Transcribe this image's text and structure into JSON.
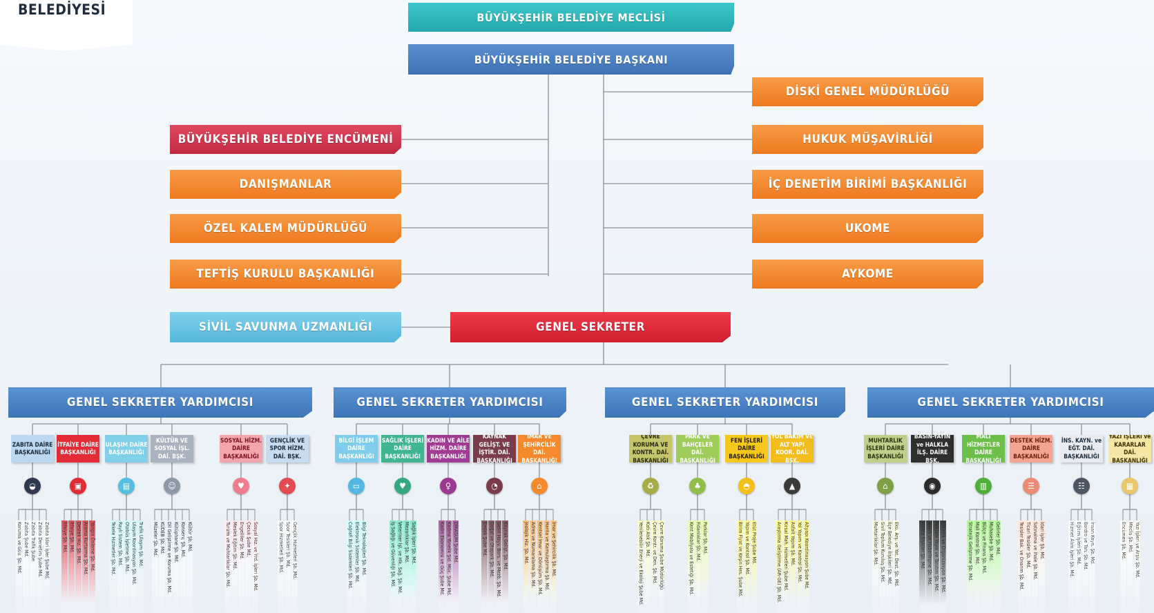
{
  "header": {
    "org_label": "BELEDİYESİ"
  },
  "top": {
    "council": "BÜYÜKŞEHİR BELEDİYE MECLİSİ",
    "mayor": "BÜYÜKŞEHİR BELEDİYE BAŞKANI",
    "secretary_general": "GENEL SEKRETER",
    "civil_defense": "SİVİL SAVUNMA UZMANLIĞI"
  },
  "left_units": [
    "BÜYÜKŞEHİR BELEDİYE ENCÜMENİ",
    "DANIŞMANLAR",
    "ÖZEL KALEM MÜDÜRLÜĞÜ",
    "TEFTİŞ KURULU BAŞKANLIĞI"
  ],
  "right_units": [
    "DİSKİ GENEL MÜDÜRLÜĞÜ",
    "HUKUK MÜŞAVİRLİĞİ",
    "İÇ DENETİM BİRİMİ BAŞKANLIĞI",
    "UKOME",
    "AYKOME"
  ],
  "colors": {
    "teal": "#2bb3b6",
    "blue": "#4a7fc2",
    "orange": "#f28a30",
    "crimson": "#d3344e",
    "red": "#dd2a3b",
    "light_blue": "#6cc4e6"
  },
  "groups": [
    {
      "title": "GENEL SEKRETER YARDIMCISI",
      "departments": [
        {
          "name": "ZABITA DAİRE BAŞKANLIĞI",
          "color": "#bcd7f0",
          "text": "#1c2b3a",
          "icon": "police-cap-icon",
          "icon_color": "#2f3b4c",
          "glyph": "◒",
          "branches": [
            "Koruma ve Güv. Şb. Md.",
            "Zabıta Şube Md.",
            "Zabıta Trafik Şube",
            "Zabıta Denetim Şube Md.",
            "Zabıta İdari İşler Şube Md."
          ]
        },
        {
          "name": "İTFAİYE DAİRE BAŞKANLIĞI",
          "color": "#e32b36",
          "text": "#ffffff",
          "icon": "fire-truck-icon",
          "icon_color": "#e32b36",
          "glyph": "▣",
          "branches": [
            "İtfaiye Şb. Md.",
            "İtfaiye Şb. Md.",
            "Destek Hiz. Şb. Md.",
            "Arama Kurtarma Şb. Md.",
            "Yangın Önleme Şb. Md."
          ]
        },
        {
          "name": "ULAŞIM DAİRE BAŞKANLIĞI",
          "color": "#7fd0e8",
          "text": "#ffffff",
          "icon": "bus-icon",
          "icon_color": "#55bfe0",
          "glyph": "▤",
          "branches": [
            "Tekele Hizmetler Şb. Md.",
            "Raylı Sistem Şb. Md.",
            "Otobüs İşletme Şb. Md.",
            "Ulaşım Koordinasyon Şb. Md.",
            "Trafik Ulaşım Şb. Md."
          ]
        },
        {
          "name": "KÜLTÜR VE SOSYAL İŞL. DAİ. BŞK.",
          "color": "#a8b3bf",
          "text": "#ffffff",
          "icon": "theater-masks-icon",
          "icon_color": "#8d99a6",
          "glyph": "☺",
          "branches": [
            "Müzeler Şb. Md.",
            "KUDEB Şb. Md.",
            "Dil Geliştirme ve Koruma Şb. Md.",
            "Kütüphane Şb. Md.",
            "Konserv. Şb. Md.",
            "Kültür Şb. Md."
          ]
        },
        {
          "name": "SOSYAL HİZM. DAİRE BAŞKANLIĞI",
          "color": "#f4a6ad",
          "text": "#7a1020",
          "icon": "family-icon",
          "icon_color": "#ee7e8b",
          "glyph": "♥",
          "branches": [
            "Turizm ve Muhtarlıklar Şb. Md.",
            "Meslek Eğitim Şb. Md.",
            "Engelliler Şb. Md.",
            "Çocuk Şube Md.",
            "Sosyal Hiz. ve Yrd. İşleri Şb. Md."
          ]
        },
        {
          "name": "GENÇLİK VE SPOR HİZM. DAİ. BŞK.",
          "color": "#c9dcef",
          "text": "#1c2b3a",
          "icon": "runner-icon",
          "icon_color": "#e34b52",
          "glyph": "✦",
          "branches": [
            "Spor Hizmetleri Şb. Md.",
            "Spor Tesisleri Şb. Md.",
            "Gençlik Hizmetleri Şb. Md."
          ]
        }
      ]
    },
    {
      "title": "GENEL SEKRETER YARDIMCISI",
      "departments": [
        {
          "name": "BİLGİ İŞLEM DAİRE BAŞKANLIĞI",
          "color": "#7fcdeb",
          "text": "#ffffff",
          "icon": "computer-icon",
          "icon_color": "#54b8e0",
          "glyph": "▭",
          "branches": [
            "Coğrafi Bilgi Sistemleri Şb. Md.",
            "Elektronik Sistemler Şb. Md.",
            "Bilgi Teknolojileri Şb. Md."
          ]
        },
        {
          "name": "SAĞLIK İŞLERİ DAİRE BAŞKANLIĞI",
          "color": "#3fb592",
          "text": "#ffffff",
          "icon": "heart-pulse-icon",
          "icon_color": "#35a783",
          "glyph": "♥",
          "branches": [
            "İş Sağlığı ve Güvenliği Şb. Md.",
            "Veteriner İşl. ve Hlk. Sağ. Şb. Md.",
            "Mezarlıklar Şb. Md.",
            "Sağlık İşleri Şb. Md."
          ]
        },
        {
          "name": "KADIN VE AİLE HİZM. DAİRE BAŞKANLIĞI",
          "color": "#a03a93",
          "text": "#ffffff",
          "icon": "women-icon",
          "icon_color": "#9a3a8f",
          "glyph": "♀",
          "branches": [
            "Kadın Ekonomisi ve Güç Şube Md.",
            "Kadına Yönelik Şid. Müc. Şube Md.",
            "DİKASUM Şube Md."
          ]
        },
        {
          "name": "KAYNAK GELİŞT. VE İŞTİR. DAİ. BAŞKANLIĞI",
          "color": "#7a3c4a",
          "text": "#ffffff",
          "icon": "chart-icon",
          "icon_color": "#7a3c4a",
          "glyph": "◔",
          "branches": [
            "Emlak Şube Md.",
            "Doğal ve Otopark Şb. Md.",
            "Geliri Hayv. Bors. ve Mezb. Şb. Md.",
            "Kaynak Gelişt. Şb. Md."
          ]
        },
        {
          "name": "İMAR VE ŞEHİRCİLİK DAİ. BAŞKANLIĞI",
          "color": "#f58a2c",
          "text": "#ffffff",
          "icon": "house-icon",
          "icon_color": "#f58a2c",
          "glyph": "⌂",
          "branches": [
            "Jeolojik Hiz. Şb. Md.",
            "Adres ve Numaralama Şb. Md.",
            "Kentsel İmar ve Dönüşüm Şb. Md.",
            "Harita ve Kamulaştırma Şb. Md.",
            "İmar ve Şehircilik Şb. Md."
          ]
        }
      ]
    },
    {
      "title": "GENEL SEKRETER YARDIMCISI",
      "departments": [
        {
          "name": "ÇEVRE KORUMA VE KONTR. DAİ. BAŞKANLIĞI",
          "color": "#c5c56b",
          "text": "#2b2b10",
          "icon": "recycle-icon",
          "icon_color": "#a6ad45",
          "glyph": "♻",
          "branches": [
            "Yenilenebilir Enerji ve Ekoloji Şube Md.",
            "Katı Atık Şb. Md.",
            "Çevre Kontr. ve Den. Şb. Md.",
            "Çevre Koruma Şube Müdürlüğü"
          ]
        },
        {
          "name": "PARK VE BAHÇELER DAİ. BAŞKANLIĞI",
          "color": "#9fcc5a",
          "text": "#ffffff",
          "icon": "tree-icon",
          "icon_color": "#8fbf49",
          "glyph": "♣",
          "branches": [
            "Kent Mobilyası ve Estetiği Şb. Md.",
            "Fidanlıklar Şb. Md.",
            "Parklar Şb. Md."
          ]
        },
        {
          "name": "FEN İŞLERİ DAİRE BAŞKANLIĞI",
          "color": "#f6c81b",
          "text": "#2b2200",
          "icon": "helmet-icon",
          "icon_color": "#f3c01a",
          "glyph": "◓",
          "branches": [
            "Birim Fiyat ve Keşin Hes. Şube Md.",
            "Yapım ve Kontrol Şb. Md.",
            "Etüt Proje Şube Md."
          ]
        },
        {
          "name": "YOL BAKIM VE ALT YAPI KOOR. DAİ. BŞK.",
          "color": "#f4bd1e",
          "text": "#ffffff",
          "icon": "road-icon",
          "icon_color": "#3a3a3a",
          "glyph": "▲",
          "branches": [
            "Araştırma Geliştirme (AR-GE) Şb. Md.",
            "Kırsal Mah. Hizmetleri Şube Md.",
            "Asfalt Yapım Şb. Md.",
            "Yol Yapım ve Kontrol Şb. Md.",
            "Altyapı Koordinasyon Şube Md."
          ]
        }
      ]
    },
    {
      "title": "GENEL SEKRETER YARDIMCISI",
      "departments": [
        {
          "name": "MUHTARLIK İŞLERİ DAİRE BAŞKANLIĞI",
          "color": "#c1cf8b",
          "text": "#2b3310",
          "icon": "village-icon",
          "icon_color": "#7fa046",
          "glyph": "⌂",
          "branches": [
            "Muhtarlıklar Şb. Md.",
            "Sivil Toplum Kuruluş Şb. Md.",
            "İlçe Belediye İlişkileri Şb. Md.",
            "Ekü. Arş. ve Yat. Dest. Şb. Md."
          ]
        },
        {
          "name": "BASIN-YAYIN ve HALKLA İLŞ. DAİRE BŞK.",
          "color": "#2e2e2e",
          "text": "#ffffff",
          "icon": "camera-icon",
          "icon_color": "#2b2b2b",
          "glyph": "◉",
          "branches": [
            "Halkla İlişkiler Şb. Md.",
            "Basın ve Haberleşme Şb. Md.",
            "Reklam Yayın ve Tanıtım Şb. Md.",
            "Etkinlik ve Organizasyon Şb. Md."
          ]
        },
        {
          "name": "MALİ HİZMETLER DAİRE BAŞKANLIĞI",
          "color": "#6cc04a",
          "text": "#ffffff",
          "icon": "bar-chart-icon",
          "icon_color": "#4faf39",
          "glyph": "▥",
          "branches": [
            "Stratejik Geliştirme Şb. Md.",
            "Mali Kontrol Şb. Md.",
            "Bütçe ve Finans Şb. Md.",
            "Muhasebe Şb. Md.",
            "Gelirler Şb. Md."
          ]
        },
        {
          "name": "DESTEK HİZM. DAİRE BAŞKANLIĞI",
          "color": "#f3a493",
          "text": "#6b1e10",
          "icon": "list-icon",
          "icon_color": "#ee8b76",
          "glyph": "☰",
          "branches": [
            "Tesisler Bak. ve Onarım Şb. Md.",
            "Ticari Tesisler Şb. Md.",
            "Satınalma ve İhale Şb. Md.",
            "İdari İşler Şb. Md."
          ]
        },
        {
          "name": "İNS. KAYN. ve EĞT. DAİ. BAŞKANLIĞI",
          "color": "#e8ebef",
          "text": "#1c2b3a",
          "icon": "people-group-icon",
          "icon_color": "#4b5563",
          "glyph": "☷",
          "branches": [
            "Hizmet Alım İşleri Şb. Md.",
            "Eğitim İşleri Şb. Md.",
            "Bordro ve Tah. Şb. Md.",
            "İnsan Kayn. Şb. Md."
          ]
        },
        {
          "name": "YAZI İŞLERİ ve KARARLAR DAİ. BAŞKANLIĞI",
          "color": "#f6e7a6",
          "text": "#3a3000",
          "icon": "documents-icon",
          "icon_color": "#e9c76b",
          "glyph": "▦",
          "branches": [
            "Encümen Şb. Md.",
            "Meclis Şb. Md.",
            "Yazı İşleri ve Arşiv Şb. Md."
          ]
        }
      ]
    }
  ]
}
